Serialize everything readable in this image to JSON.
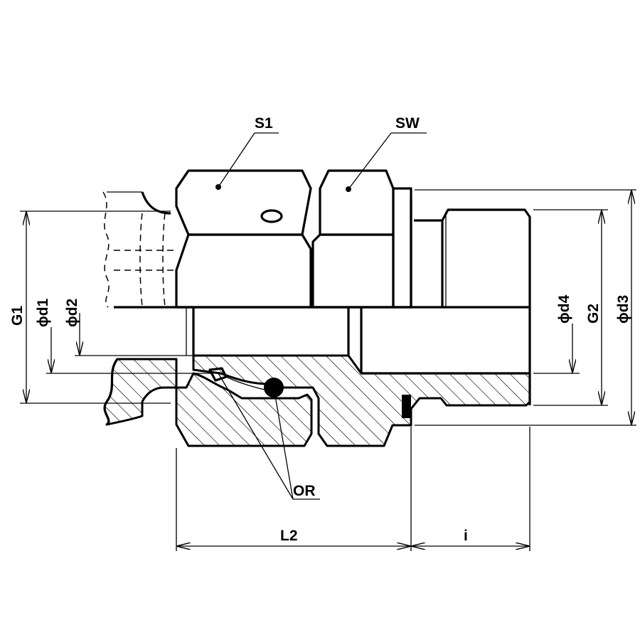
{
  "labels": {
    "s1": "S1",
    "sw": "SW",
    "g1": "G1",
    "d1": "ϕd1",
    "d2": "ϕd2",
    "d4": "ϕd4",
    "g2": "G2",
    "d3": "ϕd3",
    "or": "OR",
    "l2": "L2",
    "i": "i"
  }
}
